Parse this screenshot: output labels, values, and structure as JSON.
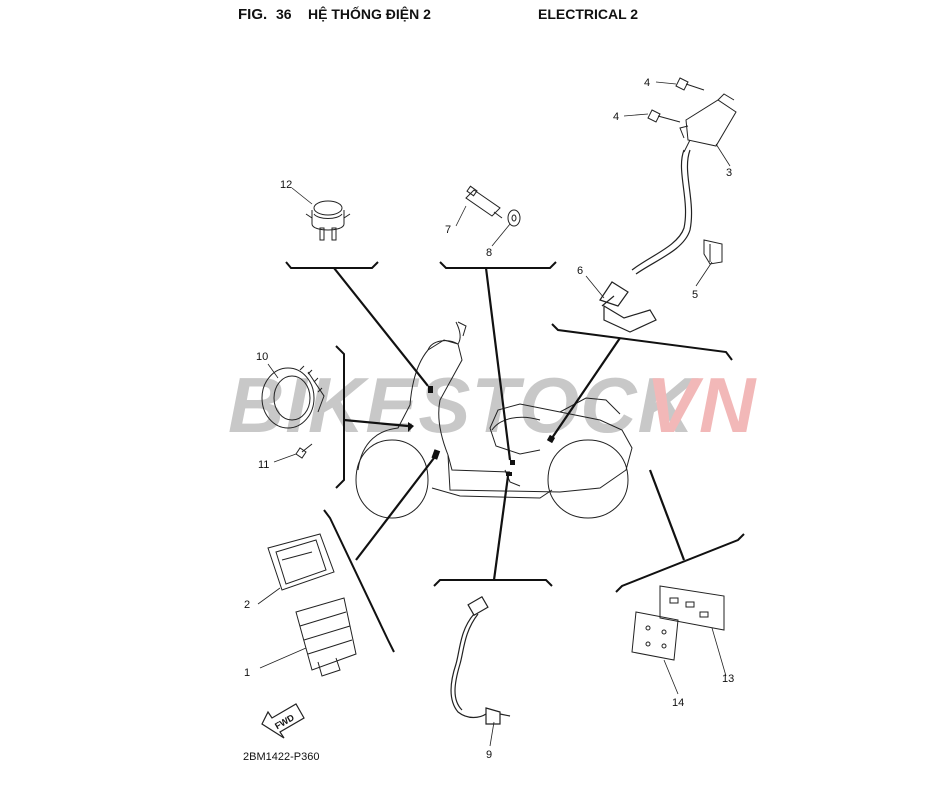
{
  "header": {
    "fig_label": "FIG.",
    "fig_number": "36",
    "title_vi": "HỆ THỐNG ĐIỆN 2",
    "title_en": "ELECTRICAL 2"
  },
  "diagram_code": "2BM1422-P360",
  "watermark": {
    "part1": "BIKESTOCK",
    "part2": "VN",
    "color1": "#c8c8c8",
    "color2": "#f2b8b8"
  },
  "fwd_label": "FWD",
  "callouts": [
    "1",
    "2",
    "3",
    "4",
    "4",
    "5",
    "6",
    "7",
    "8",
    "9",
    "10",
    "11",
    "12",
    "13",
    "14"
  ]
}
